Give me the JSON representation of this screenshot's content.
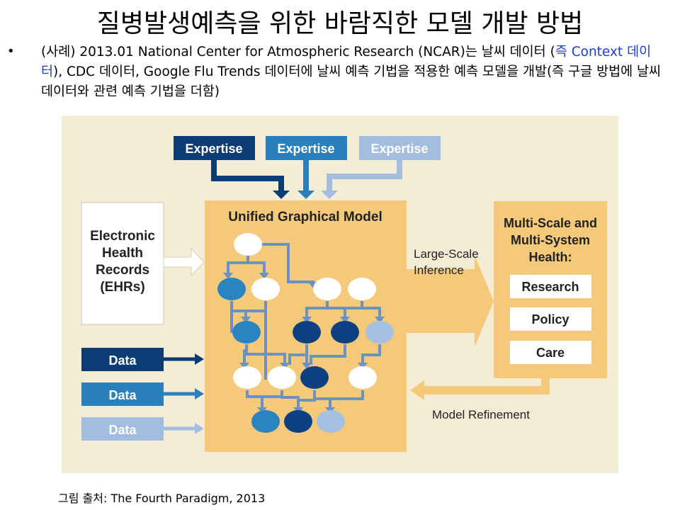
{
  "slide": {
    "title": "질병발생예측을 위한 바람직한 모델 개발 방법",
    "bullet_marker": "•",
    "bullet_part1": "(사례) 2013.01 National Center for Atmospheric Research (NCAR)는 날씨 데이터 (",
    "bullet_link": "즉 Context 데이터",
    "bullet_part2": "), CDC 데이터, Google Flu Trends 데이터에 날씨 예측 기법을 적용한 예측 모델을 개발(즉 구글 방법에 날씨 데이터와 관련 예측 기법을 더함)",
    "caption": "그림 출처: The Fourth Paradigm, 2013"
  },
  "figure": {
    "expertise": [
      "Expertise",
      "Expertise",
      "Expertise"
    ],
    "ehr_lines": [
      "Electronic",
      "Health",
      "Records",
      "(EHRs)"
    ],
    "data_labels": [
      "Data",
      "Data",
      "Data"
    ],
    "model_title": "Unified Graphical Model",
    "inference_lines": [
      "Large-Scale",
      "Inference"
    ],
    "health_title_lines": [
      "Multi-Scale and",
      "Multi-System",
      "Health:"
    ],
    "health_items": [
      "Research",
      "Policy",
      "Care"
    ],
    "refinement": "Model Refinement"
  },
  "colors": {
    "background": "#f5ecd6",
    "model_box": "#f5c97a",
    "dark_blue": "#0d3c75",
    "mid_blue": "#2a80ba",
    "light_blue": "#a2bde0",
    "node_dark": "#0d4080",
    "node_mid": "#2a84c0",
    "node_light": "#a4c0e3",
    "edge": "#6b92c2"
  }
}
